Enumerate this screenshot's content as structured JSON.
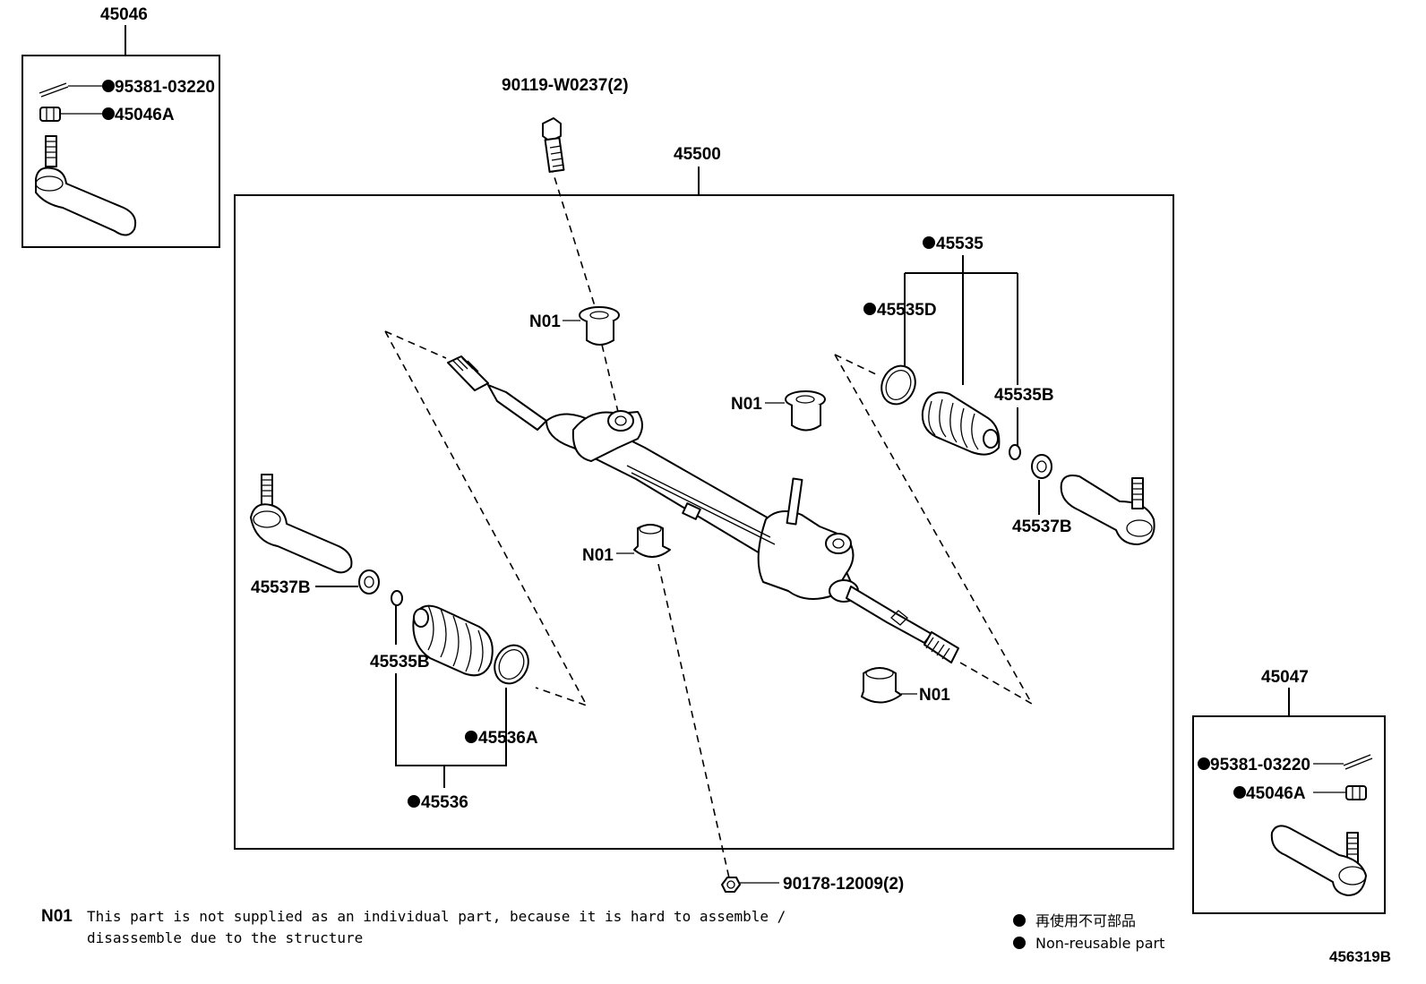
{
  "labels": {
    "kit_left": "45046",
    "kit_right": "45047",
    "assembly": "45500",
    "bolt": "90119-W0237(2)",
    "nut": "90178-12009(2)",
    "cotter_pin_left": "95381-03220",
    "nut_left": "45046A",
    "cotter_pin_right": "95381-03220",
    "nut_right": "45046A",
    "n01_top": "N01",
    "n01_mid": "N01",
    "n01_low": "N01",
    "n01_bottom": "N01",
    "boot_kit_right": "45535",
    "clamp_right": "45535D",
    "clip_right": "45535B",
    "lock_nut_right": "45537B",
    "lock_nut_left": "45537B",
    "clip_left": "45535B",
    "clamp_left": "45536A",
    "boot_kit_left": "45536"
  },
  "note": {
    "code": "N01",
    "line1": "This part is not supplied as an individual part, because it is hard to assemble /",
    "line2": "disassemble due to the structure"
  },
  "legend": {
    "line1": "再使用不可部品",
    "line2": "Non-reusable part"
  },
  "figure_id": "456319B"
}
